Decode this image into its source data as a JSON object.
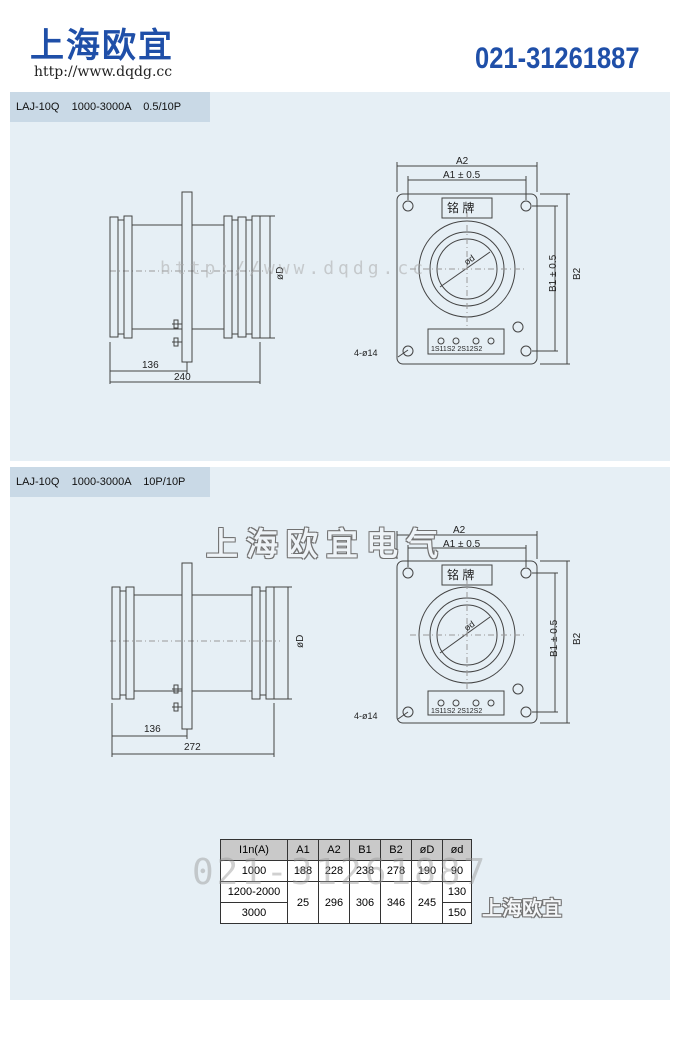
{
  "header": {
    "logo_text": "上海欧宜",
    "url": "http://www.dqdg.cc",
    "phone": "021-31261887"
  },
  "panel1": {
    "title": "LAJ-10Q    1000-3000A    0.5/10P",
    "side": {
      "dim_136": "136",
      "dim_total": "240",
      "dim_D": "øD"
    },
    "front": {
      "A2": "A2",
      "A1": "A1 ± 0.5",
      "B1": "B1 ± 0.5",
      "B2": "B2",
      "nameplate": "铭  牌",
      "hole": "4-ø14",
      "terminals": "1S11S2 2S12S2",
      "d": "ød"
    },
    "watermark": "http://www.dqdg.cc"
  },
  "panel2": {
    "title": "LAJ-10Q    1000-3000A    10P/10P",
    "side": {
      "dim_136": "136",
      "dim_total": "272",
      "dim_D": "øD"
    },
    "front": {
      "A2": "A2",
      "A1": "A1 ± 0.5",
      "B1": "B1 ± 0.5",
      "B2": "B2",
      "nameplate": "铭  牌",
      "hole": "4-ø14",
      "terminals": "1S11S2 2S12S2",
      "d": "ød"
    },
    "watermark_cn": "上海欧宜电气"
  },
  "table": {
    "headers": [
      "I1n(A)",
      "A1",
      "A2",
      "B1",
      "B2",
      "øD",
      "ød"
    ],
    "rows": [
      [
        "1000",
        "188",
        "228",
        "238",
        "278",
        "190",
        "90"
      ],
      [
        "1200-2000",
        "25",
        "296",
        "306",
        "346",
        "245",
        "130"
      ],
      [
        "3000",
        "",
        "",
        "",
        "",
        "",
        "150"
      ]
    ]
  },
  "watermarks": {
    "phone": "021-31261887",
    "logo": "上海欧宜"
  }
}
